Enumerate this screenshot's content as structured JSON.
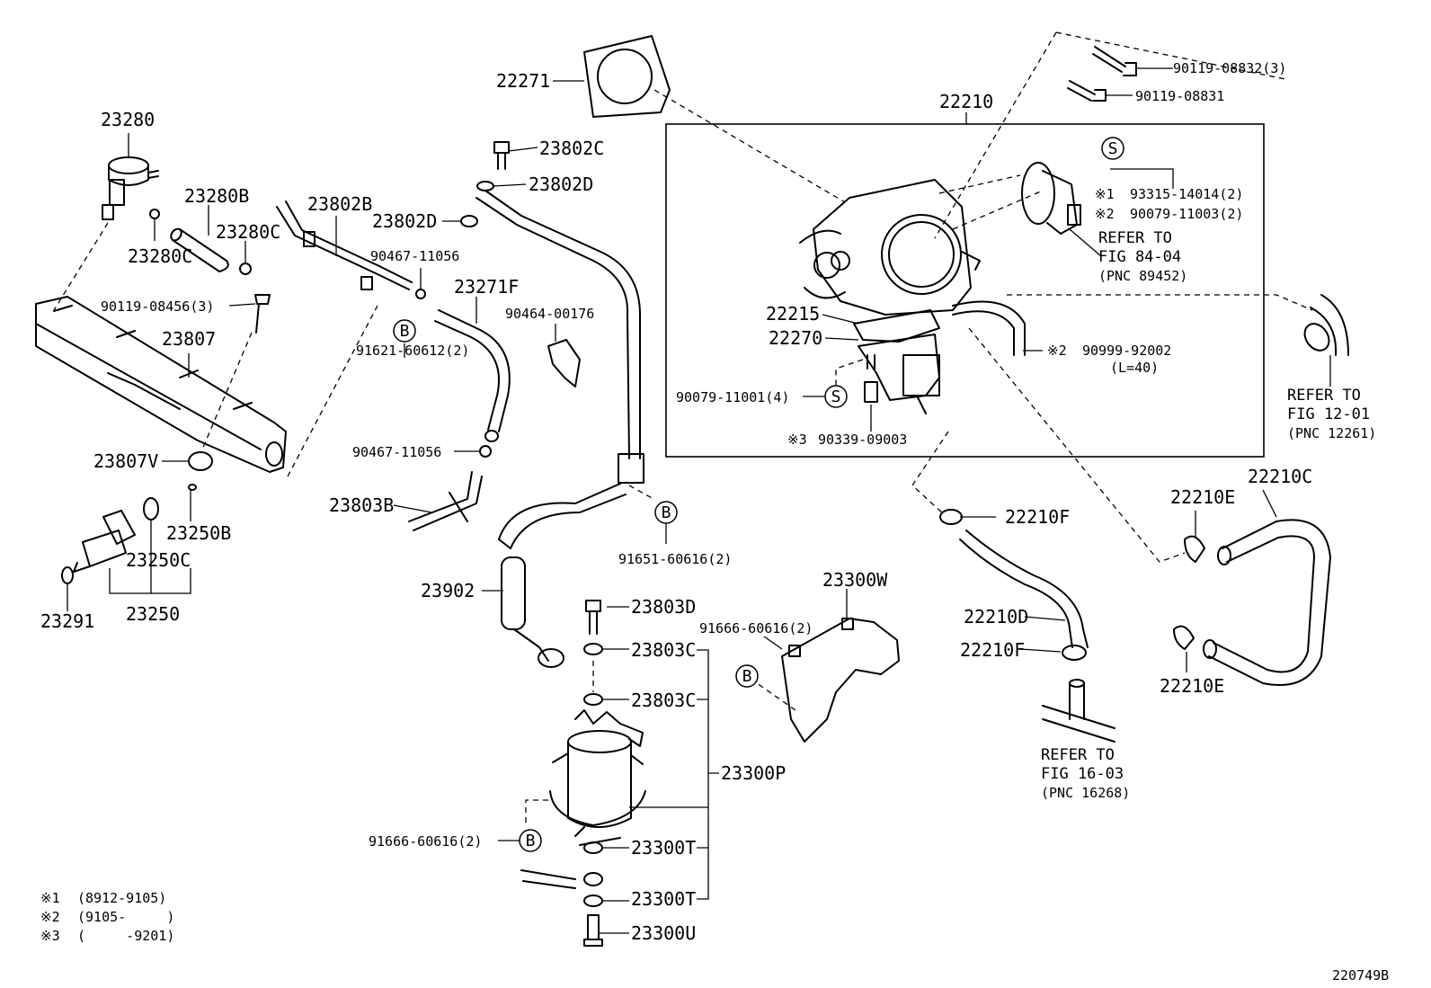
{
  "diagram": {
    "code": "220749B",
    "labels": {
      "l23280": "23280",
      "l23280B": "23280B",
      "l23280C_a": "23280C",
      "l23280C_b": "23280C",
      "l23802B": "23802B",
      "l23802C": "23802C",
      "l23802D_a": "23802D",
      "l23802D_b": "23802D",
      "l22271": "22271",
      "l22210": "22210",
      "l90119_08832": "90119-08832(3)",
      "l90119_08831": "90119-08831",
      "l90119_08456": "90119-08456(3)",
      "l90467_11056_a": "90467-11056",
      "l90467_11056_b": "90467-11056",
      "l23271F": "23271F",
      "l90464_00176": "90464-00176",
      "l91621_60612": "91621-60612(2)",
      "l23807": "23807",
      "l23807V": "23807V",
      "l23250B": "23250B",
      "l23250C": "23250C",
      "l23250": "23250",
      "l23291": "23291",
      "l23803B": "23803B",
      "l22215": "22215",
      "l22270": "22270",
      "l90079_11001": "90079-11001(4)",
      "l90339_09003": "90339-09003",
      "l93315_14014": "93315-14014(2)",
      "l90079_11003": "90079-11003(2)",
      "l90999_92002": "90999-92002",
      "l_L40": "(L=40)",
      "l91651_60616": "91651-60616(2)",
      "l23902": "23902",
      "l23803D": "23803D",
      "l23803C_a": "23803C",
      "l23803C_b": "23803C",
      "l23300P": "23300P",
      "l23300T_a": "23300T",
      "l23300T_b": "23300T",
      "l23300U": "23300U",
      "l91666_60616_a": "91666-60616(2)",
      "l91666_60616_b": "91666-60616(2)",
      "l23300W": "23300W",
      "l22210F_a": "22210F",
      "l22210F_b": "22210F",
      "l22210D": "22210D",
      "l22210E_a": "22210E",
      "l22210E_b": "22210E",
      "l22210C": "22210C"
    },
    "refs": {
      "fig84_1": "REFER TO",
      "fig84_2": "FIG 84-04",
      "fig84_3": "(PNC 89452)",
      "fig12_1": "REFER TO",
      "fig12_2": "FIG 12-01",
      "fig12_3": "(PNC 12261)",
      "fig16_1": "REFER TO",
      "fig16_2": "FIG 16-03",
      "fig16_3": "(PNC 16268)"
    },
    "markers": {
      "s": "S",
      "b": "B",
      "note1": "※1",
      "note2": "※2",
      "note3": "※3"
    },
    "notes": {
      "n1": "(8912-9105)",
      "n2": "(9105-     )",
      "n3": "(     -9201)"
    }
  }
}
